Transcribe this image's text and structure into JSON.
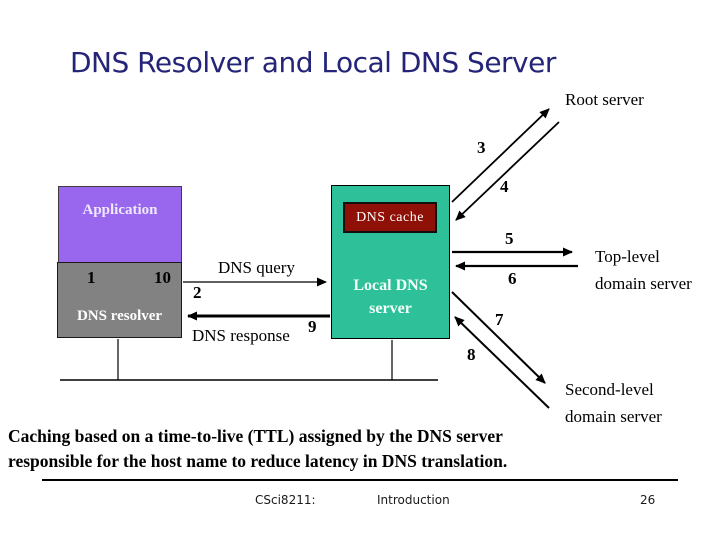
{
  "slide": {
    "title": "DNS Resolver and Local DNS Server",
    "caption_line1": "Caching based on a time-to-live (TTL) assigned by the DNS server",
    "caption_line2": "responsible for the host name to reduce latency in DNS translation.",
    "footer": {
      "course": "CSci8211:",
      "section": "Introduction",
      "page": "26"
    }
  },
  "diagram": {
    "boxes": {
      "application": {
        "label": "Application",
        "color": "#9966EE"
      },
      "resolver": {
        "label": "DNS resolver",
        "color": "#828282"
      },
      "local_dns": {
        "label_line1": "Local DNS",
        "label_line2": "server",
        "color": "#2EC199"
      },
      "cache": {
        "label": "DNS cache",
        "color": "#8E1006"
      }
    },
    "labels": {
      "root_server": "Root server",
      "dns_query": "DNS query",
      "dns_response": "DNS response",
      "top_level_line1": "Top-level",
      "top_level_line2": "domain server",
      "second_level_line1": "Second-level",
      "second_level_line2": "domain server"
    },
    "steps": {
      "s1": "1",
      "s2": "2",
      "s3": "3",
      "s4": "4",
      "s5": "5",
      "s6": "6",
      "s7": "7",
      "s8": "8",
      "s9": "9",
      "s10": "10"
    },
    "colors": {
      "title": "#242478",
      "arrow": "#000000"
    }
  }
}
